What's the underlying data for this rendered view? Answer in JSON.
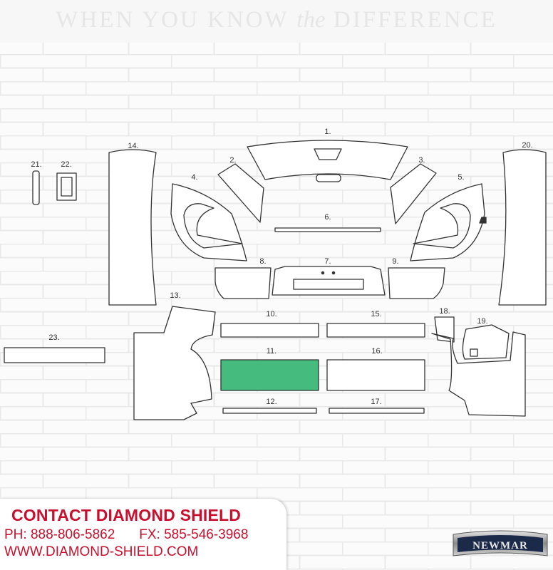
{
  "tagline": {
    "part1": "WHEN YOU KNOW",
    "italic": "the",
    "part2": "DIFFERENCE"
  },
  "colors": {
    "highlight": "#45bb7e",
    "outline": "#333333",
    "contact_red": "#c8102e"
  },
  "parts": {
    "p1": "1.",
    "p2": "2.",
    "p3": "3.",
    "p4": "4.",
    "p5": "5.",
    "p6": "6.",
    "p7": "7.",
    "p8": "8.",
    "p9": "9.",
    "p10": "10.",
    "p11": "11.",
    "p12": "12.",
    "p13": "13.",
    "p14": "14.",
    "p15": "15.",
    "p16": "16.",
    "p17": "17.",
    "p18": "18.",
    "p19": "19.",
    "p20": "20.",
    "p21": "21.",
    "p22": "22.",
    "p23": "23."
  },
  "highlighted_part": "11.",
  "contact": {
    "title": "CONTACT DIAMOND SHIELD",
    "phone": "PH: 888-806-5862",
    "fax": "FX: 585-546-3968",
    "website": "WWW.DIAMOND-SHIELD.COM"
  },
  "logo": {
    "text": "NEWMAR"
  }
}
